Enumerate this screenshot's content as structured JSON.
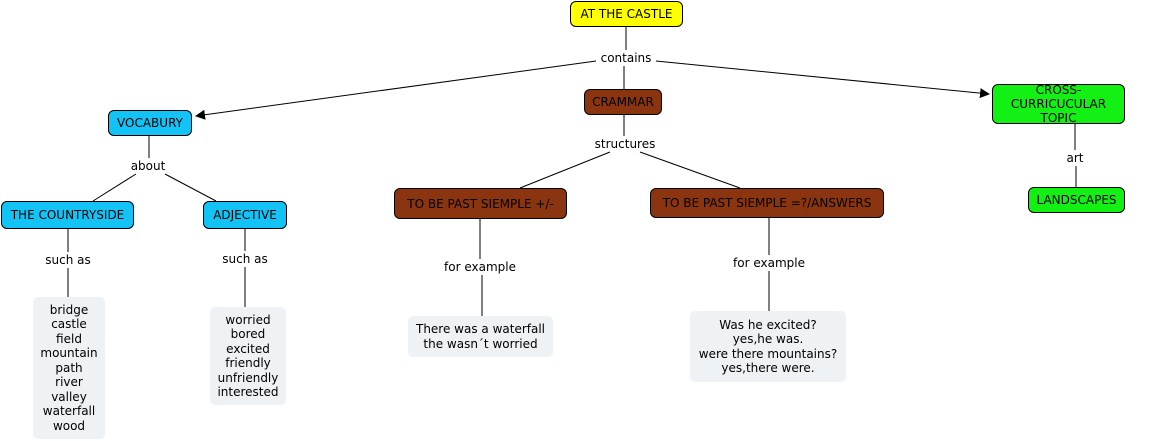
{
  "concepts": {
    "root": "AT THE CASTLE",
    "vocabulary": "VOCABURY",
    "grammar": "CRAMMAR",
    "cross": "CROSS-CURRICUCULAR\nTOPIC",
    "countryside": "THE COUNTRYSIDE",
    "adjective": "ADJECTIVE",
    "past_plus": "TO BE PAST SIEMPLE +/-",
    "past_q": "TO BE PAST SIEMPLE =?/ANSWERS",
    "landscapes": "LANDSCAPES"
  },
  "links": {
    "contains": "contains",
    "about": "about",
    "structures": "structures",
    "art": "art",
    "such_as_1": "such as",
    "such_as_2": "such as",
    "for_example_1": "for example",
    "for_example_2": "for example"
  },
  "lists": {
    "countryside_words": [
      "bridge",
      "castle",
      "field",
      "mountain",
      "path",
      "river",
      "valley",
      "waterfall",
      "wood"
    ],
    "adjective_words": [
      "worried",
      "bored",
      "excited",
      "friendly",
      "unfriendly",
      "interested"
    ],
    "past_plus_examples": [
      "There was a waterfall",
      "the wasn´t worried"
    ],
    "past_q_examples": [
      "Was he excited?",
      "yes,he was.",
      "were there mountains?",
      "yes,there were."
    ]
  },
  "colors": {
    "root": "#ffff00",
    "vocabulary_branch": "#13c3f5",
    "grammar_branch": "#8b3510",
    "cross_branch": "#13f013",
    "note_bg": "#eef2f4"
  }
}
